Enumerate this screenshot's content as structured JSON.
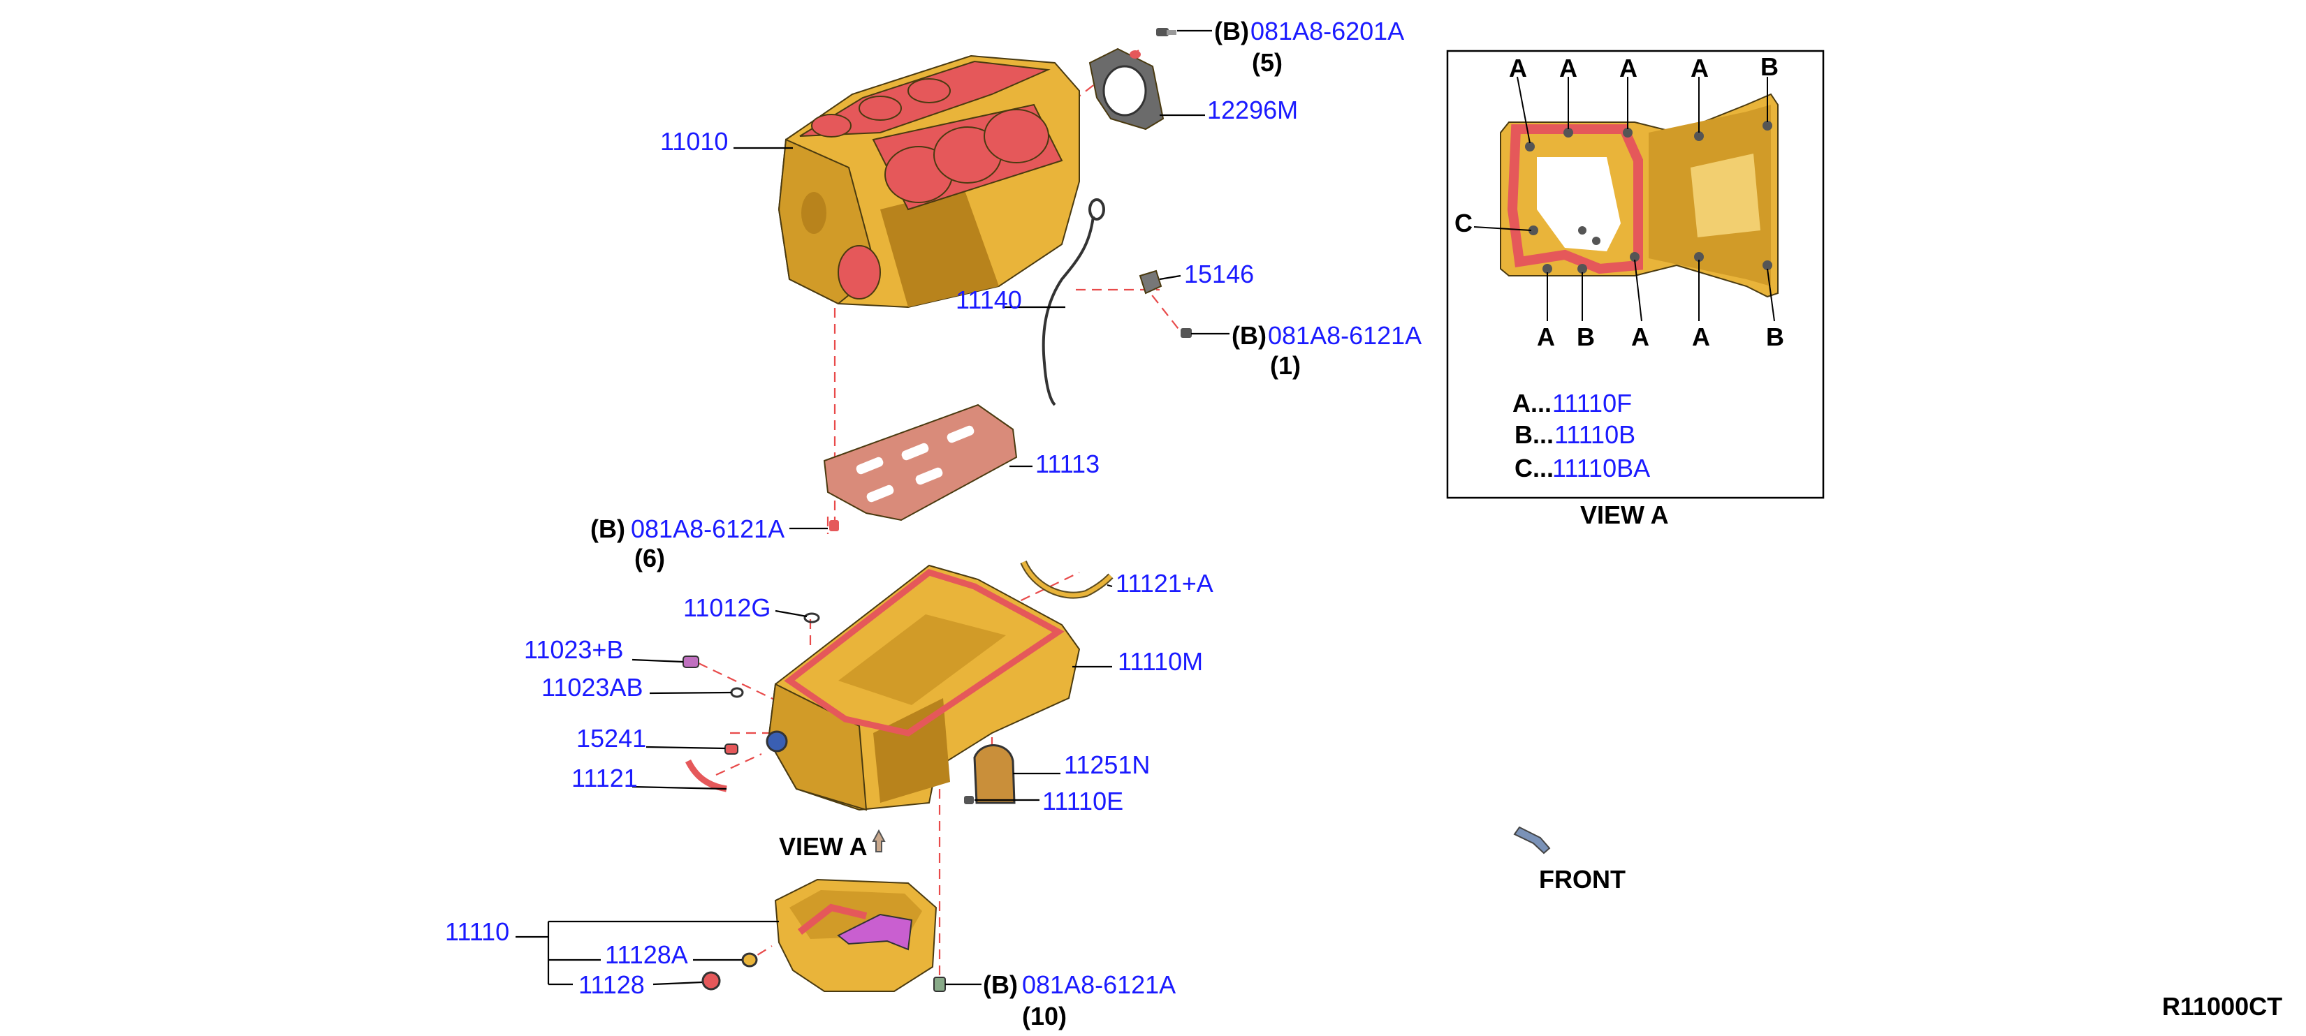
{
  "diagram": {
    "drawing_code": "R11000CT",
    "front_label": "FRONT",
    "view_a_marker": "VIEW A",
    "labels": {
      "p081A8_6201A": {
        "prefix": "(B)",
        "code": "081A8-6201A",
        "qty": "(5)"
      },
      "p12296M": "12296M",
      "p11010": "11010",
      "p15146": "15146",
      "p11140": "11140",
      "p081A8_6121A_1": {
        "prefix": "(B)",
        "code": "081A8-6121A",
        "qty": "(1)"
      },
      "p11113": "11113",
      "p081A8_6121A_6": {
        "prefix": "(B)",
        "code": "081A8-6121A",
        "qty": "(6)"
      },
      "p11121A": "11121+A",
      "p11012G": "11012G",
      "p11110M": "11110M",
      "p11023B": "11023+B",
      "p11023AB": "11023AB",
      "p15241": "15241",
      "p11251N": "11251N",
      "p11121": "11121",
      "p11110E": "11110E",
      "p11110": "11110",
      "p11128A": "11128A",
      "p11128": "11128",
      "p081A8_6121A_10": {
        "prefix": "(B)",
        "code": "081A8-6121A",
        "qty": "(10)"
      }
    },
    "view_a_panel": {
      "title": "VIEW A",
      "top_letters": [
        "A",
        "A",
        "A",
        "A",
        "B"
      ],
      "bottom_letters": [
        "A",
        "B",
        "A",
        "A",
        "B"
      ],
      "side_letter": "C",
      "legend": [
        {
          "key": "A...",
          "part": "11110F"
        },
        {
          "key": "B...",
          "part": "11110B"
        },
        {
          "key": "C...",
          "part": "11110BA"
        }
      ]
    },
    "colors": {
      "part_number": "#1a1aff",
      "body": "#e9b43a",
      "gasket": "#e5585a",
      "guide_line": "#e84a4a"
    }
  }
}
